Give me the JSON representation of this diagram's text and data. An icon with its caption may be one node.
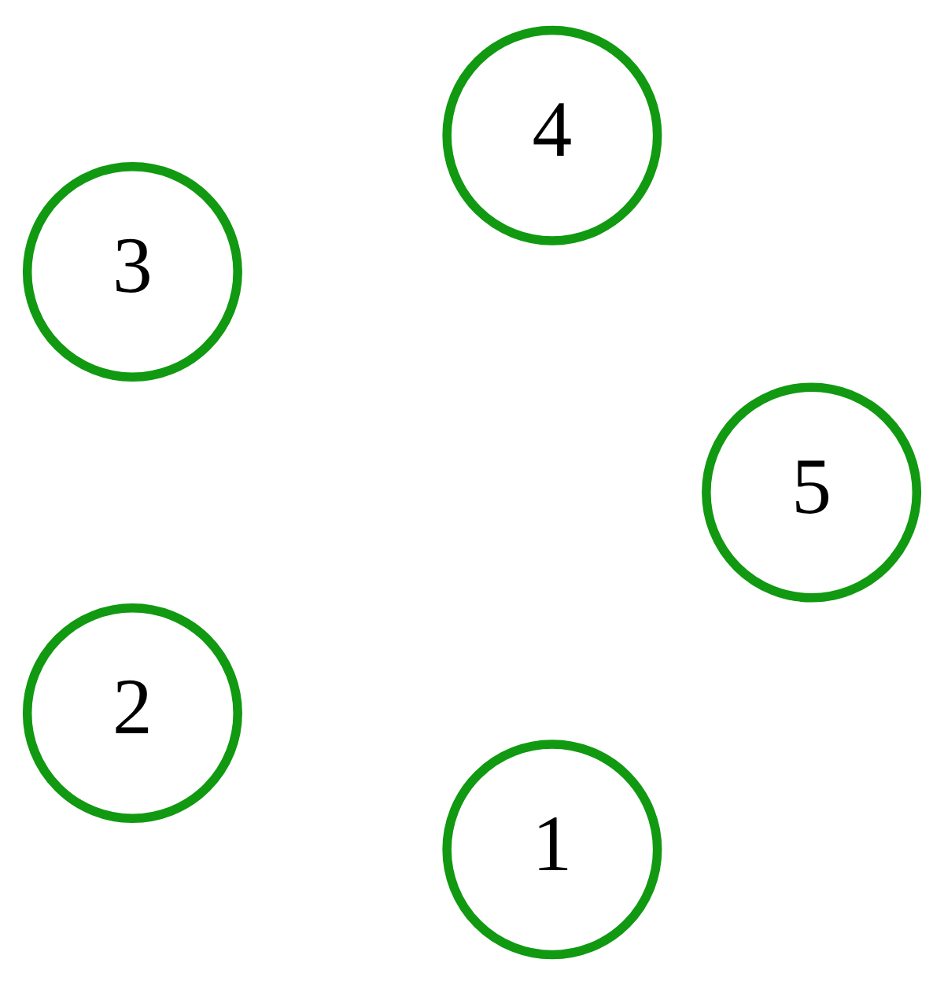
{
  "diagram": {
    "nodes": [
      {
        "text": [
          "1"
        ]
      },
      {
        "text": [
          "2"
        ]
      },
      {
        "text": [
          "3"
        ]
      },
      {
        "text": [
          "4"
        ]
      },
      {
        "text": [
          "5"
        ]
      }
    ]
  }
}
